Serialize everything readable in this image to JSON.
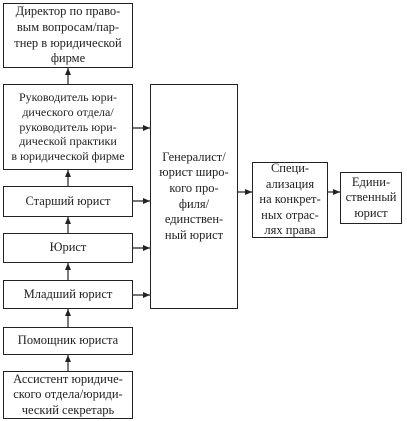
{
  "diagram": {
    "line_color": "#222222",
    "boxes": {
      "director": "Директор по право-\nвым вопросам/пар-\nтнер в юридической\nфирме",
      "head": "Руководитель юри-\nдического отдела/\nруководитель юри-\nдической практики\nв юридической фирме",
      "senior": "Старший юрист",
      "lawyer": "Юрист",
      "junior": "Младший юрист",
      "assistant": "Помощник юриста",
      "secretary": "Ассистент юридиче-\nского отдела/юриди-\nческий секретарь",
      "generalist": "Генералист/\nюрист широ-\nкого про-\nфиля/\nединствен-\nный юрист",
      "specialization": "Специ-\nализация\nна конкрет-\nных отрас-\nлях права",
      "sole": "Едини-\nственный\nюрист"
    }
  }
}
